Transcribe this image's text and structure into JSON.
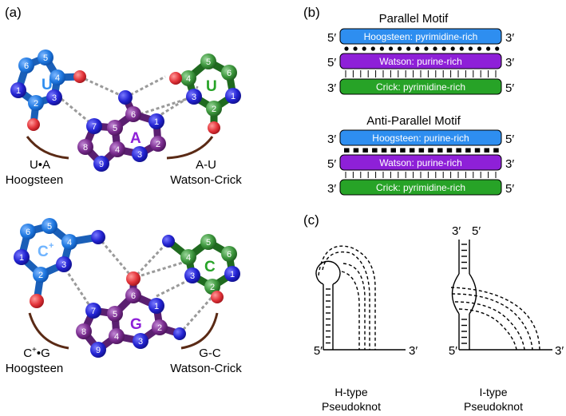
{
  "panels": {
    "a": "(a)",
    "b": "(b)",
    "c": "(c)"
  },
  "colors": {
    "hoogsteen": "#2e8ef0",
    "watson": "#8e20d8",
    "crick": "#27a327",
    "purple_ring": "#7e2a9a",
    "blue_atom": "#2b2bd9",
    "red_atom": "#e3343a",
    "arc": "#5a2a15"
  },
  "panel_a": {
    "top": {
      "left_base": "U",
      "center_base": "A",
      "right_base": "U",
      "left_pair_line1": "U•A",
      "left_pair_line2": "Hoogsteen",
      "right_pair_line1": "A-U",
      "right_pair_line2": "Watson-Crick",
      "left_ring_numbers": [
        "6",
        "5",
        "4",
        "3",
        "2",
        "1"
      ],
      "right_ring_numbers": [
        "5",
        "6",
        "4",
        "1",
        "3",
        "2"
      ],
      "center_ring_numbers": [
        "6",
        "5",
        "4",
        "1",
        "2",
        "3",
        "7",
        "8",
        "9"
      ]
    },
    "bottom": {
      "left_base": "C",
      "left_base_sup": "+",
      "center_base": "G",
      "right_base": "C",
      "left_pair_line1": "C",
      "left_pair_line1_sup": "+",
      "left_pair_line1_rest": "•G",
      "left_pair_line2": "Hoogsteen",
      "right_pair_line1": "G-C",
      "right_pair_line2": "Watson-Crick",
      "left_ring_numbers": [
        "6",
        "5",
        "4",
        "3",
        "2",
        "1"
      ],
      "right_ring_numbers": [
        "5",
        "6",
        "4",
        "1",
        "3",
        "2"
      ],
      "center_ring_numbers": [
        "6",
        "5",
        "4",
        "1",
        "2",
        "3",
        "7",
        "8",
        "9"
      ]
    }
  },
  "panel_b": {
    "parallel": {
      "title": "Parallel Motif",
      "strands": [
        {
          "left": "5′",
          "label": "Hoogsteen: pyrimidine-rich",
          "right": "3′"
        },
        {
          "left": "5′",
          "label": "Watson: purine-rich",
          "right": "3′"
        },
        {
          "left": "3′",
          "label": "Crick: pyrimidine-rich",
          "right": "5′"
        }
      ]
    },
    "antiparallel": {
      "title": "Anti-Parallel Motif",
      "strands": [
        {
          "left": "3′",
          "label": "Hoogsteen: purine-rich",
          "right": "5′"
        },
        {
          "left": "5′",
          "label": "Watson: purine-rich",
          "right": "3′"
        },
        {
          "left": "3′",
          "label": "Crick: pyrimidine-rich",
          "right": "5′"
        }
      ]
    }
  },
  "panel_c": {
    "htype": {
      "end_left": "5′",
      "end_right": "3′",
      "name_line1": "H-type",
      "name_line2": "Pseudoknot"
    },
    "itype": {
      "top_left": "3′",
      "top_right": "5′",
      "end_left": "5′",
      "end_right": "3′",
      "name_line1": "I-type",
      "name_line2": "Pseudoknot"
    }
  }
}
